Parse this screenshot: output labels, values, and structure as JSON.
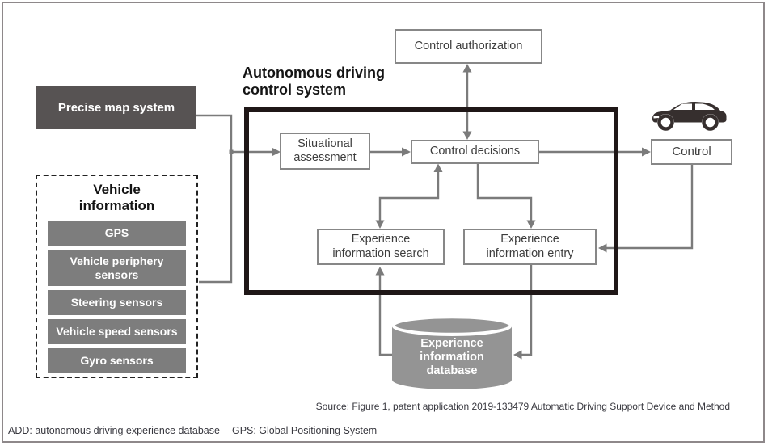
{
  "colors": {
    "frame": "#8e888a",
    "arrow": "#7b7b7b",
    "node-border": "#878787",
    "node-text": "#3d3d3d",
    "dark-box": "#575353",
    "mid-box": "#7d7d7d",
    "cylinder": "#949494",
    "system-border": "#1f1717",
    "title-text": "#141414",
    "footer-text": "#38383f"
  },
  "system_title": "Autonomous driving control system",
  "nodes": {
    "control_authorization": "Control authorization",
    "situational_assessment": "Situational assessment",
    "control_decisions": "Control decisions",
    "experience_search": "Experience information search",
    "experience_entry": "Experience information entry",
    "control": "Control",
    "precise_map": "Precise map system",
    "database": "Experience information database"
  },
  "vehicle_info": {
    "title": "Vehicle information",
    "items": [
      "GPS",
      "Vehicle periphery sensors",
      "Steering sensors",
      "Vehicle speed sensors",
      "Gyro sensors"
    ]
  },
  "icons": {
    "car": "car-icon",
    "database": "database-cylinder-icon"
  },
  "footer": {
    "source": "Source: Figure 1, patent application 2019-133479 Automatic Driving Support Device and Method",
    "abbr_add": "ADD: autonomous driving experience database",
    "abbr_gps": "GPS: Global Positioning System"
  }
}
